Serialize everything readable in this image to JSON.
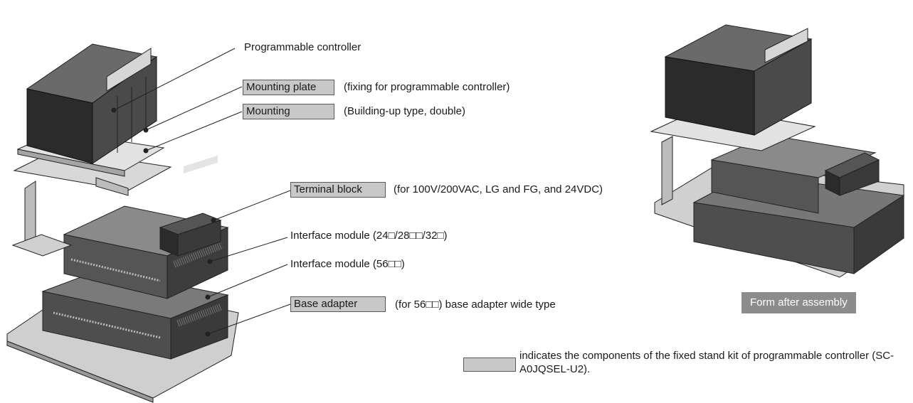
{
  "callouts": {
    "programmable_controller": "Programmable controller",
    "mounting_plate": "Mounting plate",
    "mounting_plate_note": "(fixing for programmable controller)",
    "mounting": "Mounting",
    "mounting_note": "(Building-up type, double)",
    "terminal_block": "Terminal block",
    "terminal_block_note": "(for 100V/200VAC, LG and FG, and 24VDC)",
    "interface_module_small": "Interface module (24□/28□□/32□)",
    "interface_module_large": "Interface module (56□□)",
    "base_adapter": "Base adapter",
    "base_adapter_note": "(for 56□□) base adapter wide type"
  },
  "caption": "Form after assembly",
  "legend": {
    "text": "indicates the components of the fixed stand kit of programmable controller (SC-A0JQSEL-U2)."
  },
  "colors": {
    "component_fill": "#c8c8c8",
    "caption_fill": "#8c8c8c",
    "dark_housing": "#2b2b2b",
    "mid_housing": "#5e5e5e",
    "light_plate": "#dadada"
  }
}
